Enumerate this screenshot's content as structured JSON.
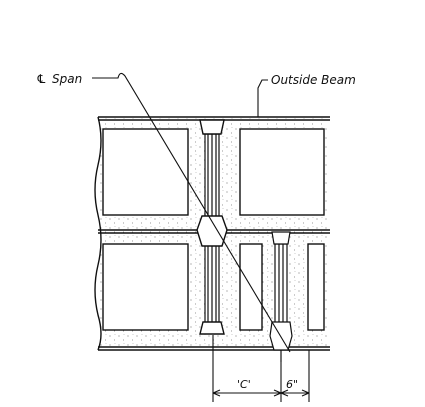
{
  "drawing": {
    "labels": {
      "centerline_symbol": "℄",
      "span": "Span",
      "outside_beam": "Outside Beam",
      "dim_c": "'C'",
      "dim_6": "6\""
    }
  }
}
